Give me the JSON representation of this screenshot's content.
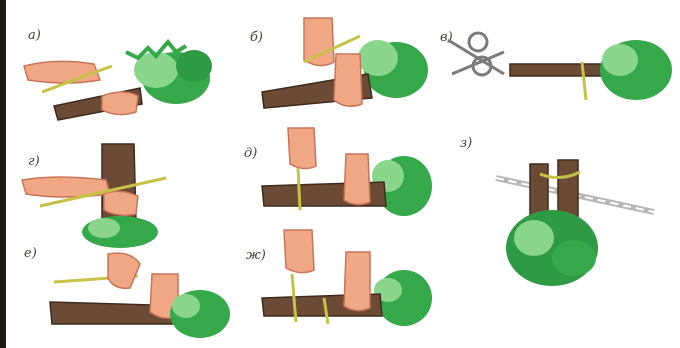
{
  "figure": {
    "panels": [
      {
        "id": "a",
        "label": "а)"
      },
      {
        "id": "b",
        "label": "б)"
      },
      {
        "id": "c",
        "label": "в)"
      },
      {
        "id": "d",
        "label": "г)"
      },
      {
        "id": "e",
        "label": "д)"
      },
      {
        "id": "f",
        "label": "е)"
      },
      {
        "id": "g",
        "label": "ж)"
      },
      {
        "id": "h",
        "label": "з)"
      }
    ]
  },
  "colors": {
    "twig": "#6b4a36",
    "twig_dark": "#3e2a1e",
    "leaf": "#35a84a",
    "leaf_light": "#8ad58c",
    "skin": "#f0a884",
    "skin_dark": "#c8745a",
    "twine": "#c7c246",
    "scissors": "#7b7b7b"
  },
  "icons": [
    "hand-icon",
    "scissors-icon",
    "broom-icon",
    "twine-icon",
    "rod-icon"
  ]
}
